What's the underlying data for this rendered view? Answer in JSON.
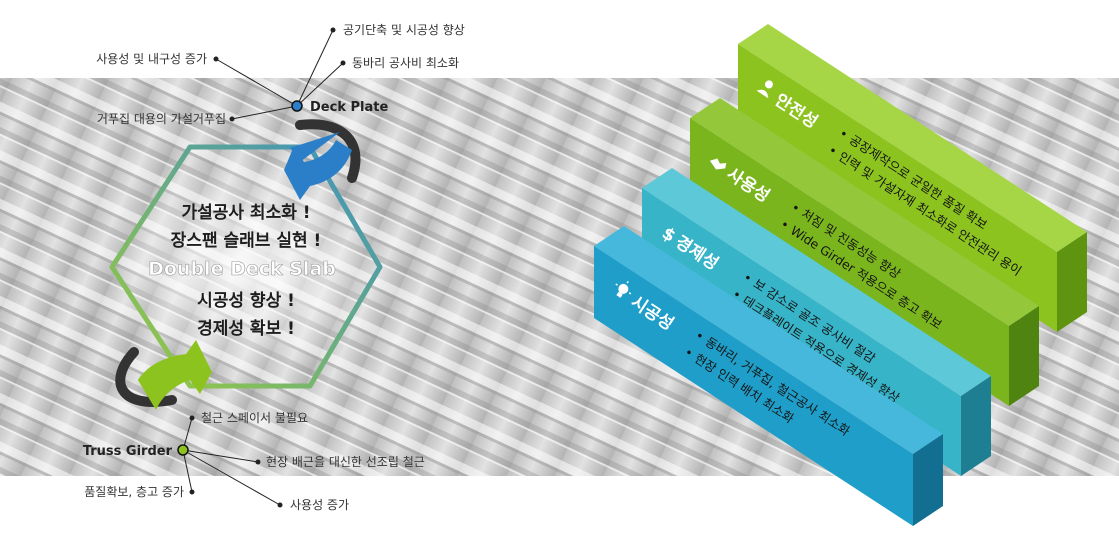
{
  "colors": {
    "safety": "#8cc31e",
    "usability": "#7ab51d",
    "economy": "#37b4c8",
    "constructability": "#1e9ec8",
    "ring_start": "#9ccd3a",
    "ring_end": "#3a8fc4",
    "deck_arrow": "#2a7fc8",
    "truss_arrow": "#8cc31e"
  },
  "deck_plate": {
    "label": "Deck Plate",
    "items": [
      "공기단축 및 시공성 향상",
      "동바리 공사비 최소화",
      "사용성 및 내구성 증가",
      "거푸집 대용의 가설거푸집"
    ]
  },
  "truss_girder": {
    "label": "Truss Girder",
    "items": [
      "철근 스페이서 불필요",
      "현장 배근을 대신한 선조립 철근",
      "품질확보, 층고 증가",
      "사용성 증가"
    ]
  },
  "center": {
    "lines": [
      "가설공사 최소화 !",
      "장스팬 슬래브 실현 !",
      "Double Deck Slab",
      "시공성 향상 !",
      "경제성 확보 !"
    ]
  },
  "steps": [
    {
      "title": "안전성",
      "icon": "person-icon",
      "items": [
        "공장제작으로 균일한 품질 확보",
        "인력 및 가설자재 최소화로 안전관리 용이"
      ]
    },
    {
      "title": "사용성",
      "icon": "handshake-icon",
      "items": [
        "처짐 및 진동성능 향상",
        "Wide Girder 적용으로 층고 확보"
      ]
    },
    {
      "title": "경제성",
      "icon": "dollar-icon",
      "items": [
        "보 감소로 골조 공사비 절감",
        "데크플레이트 적용으로 경제성 향상"
      ]
    },
    {
      "title": "시공성",
      "icon": "lightbulb-icon",
      "items": [
        "동바리, 거푸집, 철근공사 최소화",
        "현장 인력 배치 최소화"
      ]
    }
  ]
}
